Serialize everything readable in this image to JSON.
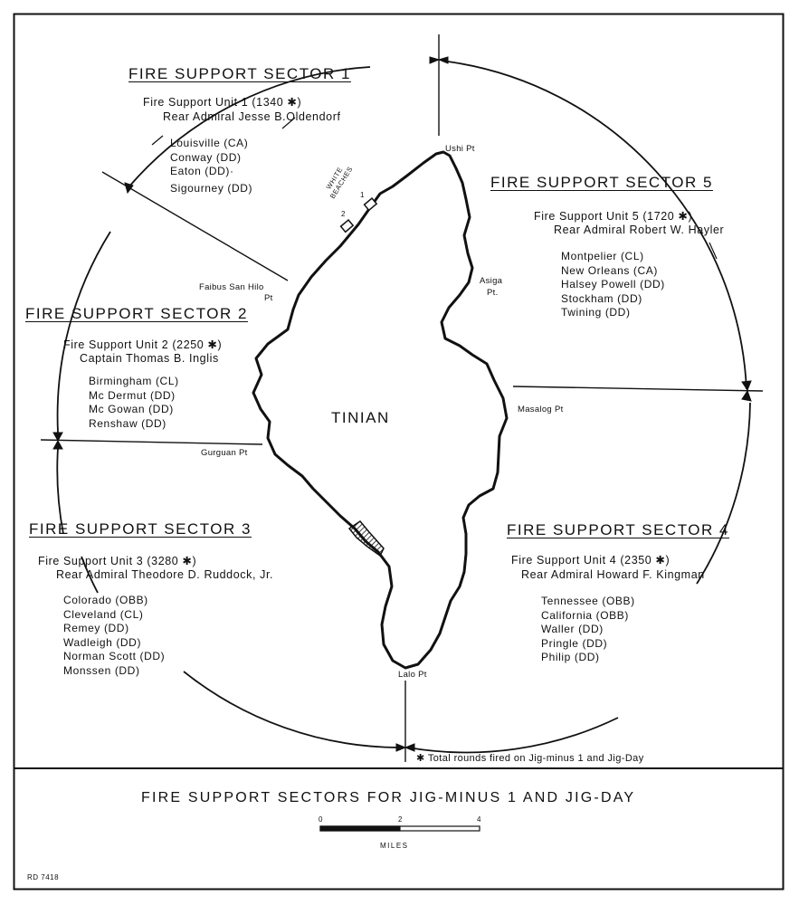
{
  "island": {
    "name": "TINIAN"
  },
  "points": {
    "ushi": "Ushi Pt",
    "asiga_1": "Asiga",
    "asiga_2": "Pt.",
    "masalog": "Masalog Pt",
    "faibus_1": "Faibus San Hilo",
    "faibus_2": "Pt",
    "gurguan": "Gurguan Pt",
    "lalo": "Lalo Pt",
    "white_beaches_1": "WHITE",
    "white_beaches_2": "BEACHES",
    "beach_1": "1",
    "beach_2": "2"
  },
  "sectors": [
    {
      "title": "FIRE SUPPORT SECTOR 1",
      "unit": "Fire Support Unit 1 (1340 ✱)",
      "commander": "Rear Admiral Jesse B.Oldendorf",
      "ships": [
        "Louisville (CA)",
        "Conway (DD)",
        "Eaton (DD)·",
        "Sigourney (DD)"
      ]
    },
    {
      "title": "FIRE SUPPORT SECTOR 2",
      "unit": "Fire Support Unit 2 (2250 ✱)",
      "commander": "Captain Thomas B. Inglis",
      "ships": [
        "Birmingham (CL)",
        "Mc Dermut (DD)",
        "Mc Gowan (DD)",
        "Renshaw (DD)"
      ]
    },
    {
      "title": "FIRE SUPPORT SECTOR 3",
      "unit": "Fire Support Unit 3 (3280 ✱)",
      "commander": "Rear Admiral Theodore D. Ruddock, Jr.",
      "ships": [
        "Colorado (OBB)",
        "Cleveland (CL)",
        "Remey (DD)",
        "Wadleigh (DD)",
        "Norman Scott (DD)",
        "Monssen (DD)"
      ]
    },
    {
      "title": "FIRE SUPPORT SECTOR 4",
      "unit": "Fire Support Unit 4 (2350 ✱)",
      "commander": "Rear Admiral Howard F. Kingman",
      "ships": [
        "Tennessee (OBB)",
        "California (OBB)",
        "Waller (DD)",
        "Pringle (DD)",
        "Philip (DD)"
      ]
    },
    {
      "title": "FIRE SUPPORT SECTOR 5",
      "unit": "Fire Support Unit 5 (1720 ✱)",
      "commander": "Rear Admiral Robert W. Hayler",
      "ships": [
        "Montpelier (CL)",
        "New Orleans (CA)",
        "Halsey Powell (DD)",
        "Stockham (DD)",
        "Twining (DD)"
      ]
    }
  ],
  "footnote": "✱ Total rounds fired on Jig-minus 1 and Jig-Day",
  "caption": "FIRE SUPPORT SECTORS FOR JIG-MINUS 1 AND JIG-DAY",
  "scale": {
    "tick_0": "0",
    "tick_2": "2",
    "tick_4": "4",
    "unit": "MILES"
  },
  "code": "RD 7418"
}
